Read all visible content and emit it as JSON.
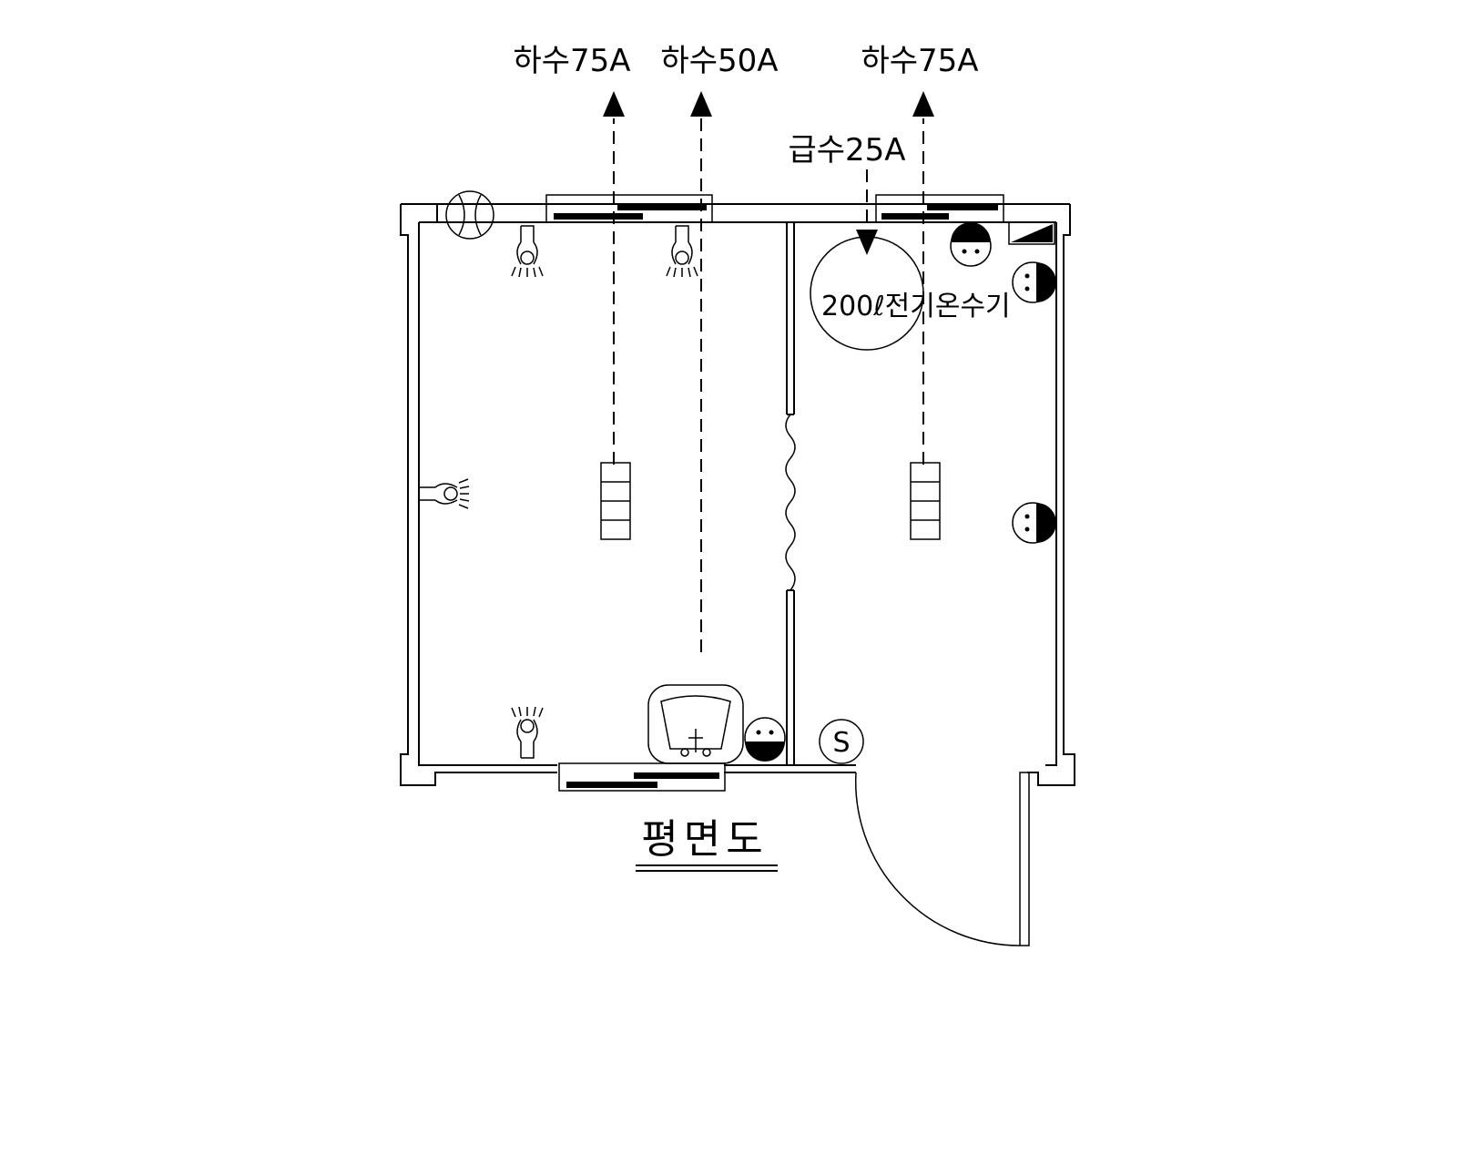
{
  "labels": {
    "drain_left": "하수75A",
    "drain_mid": "하수50A",
    "drain_right": "하수75A",
    "water_supply": "급수25A",
    "heater": "200ℓ전기온수기",
    "switch": "S",
    "title": "평면도"
  }
}
